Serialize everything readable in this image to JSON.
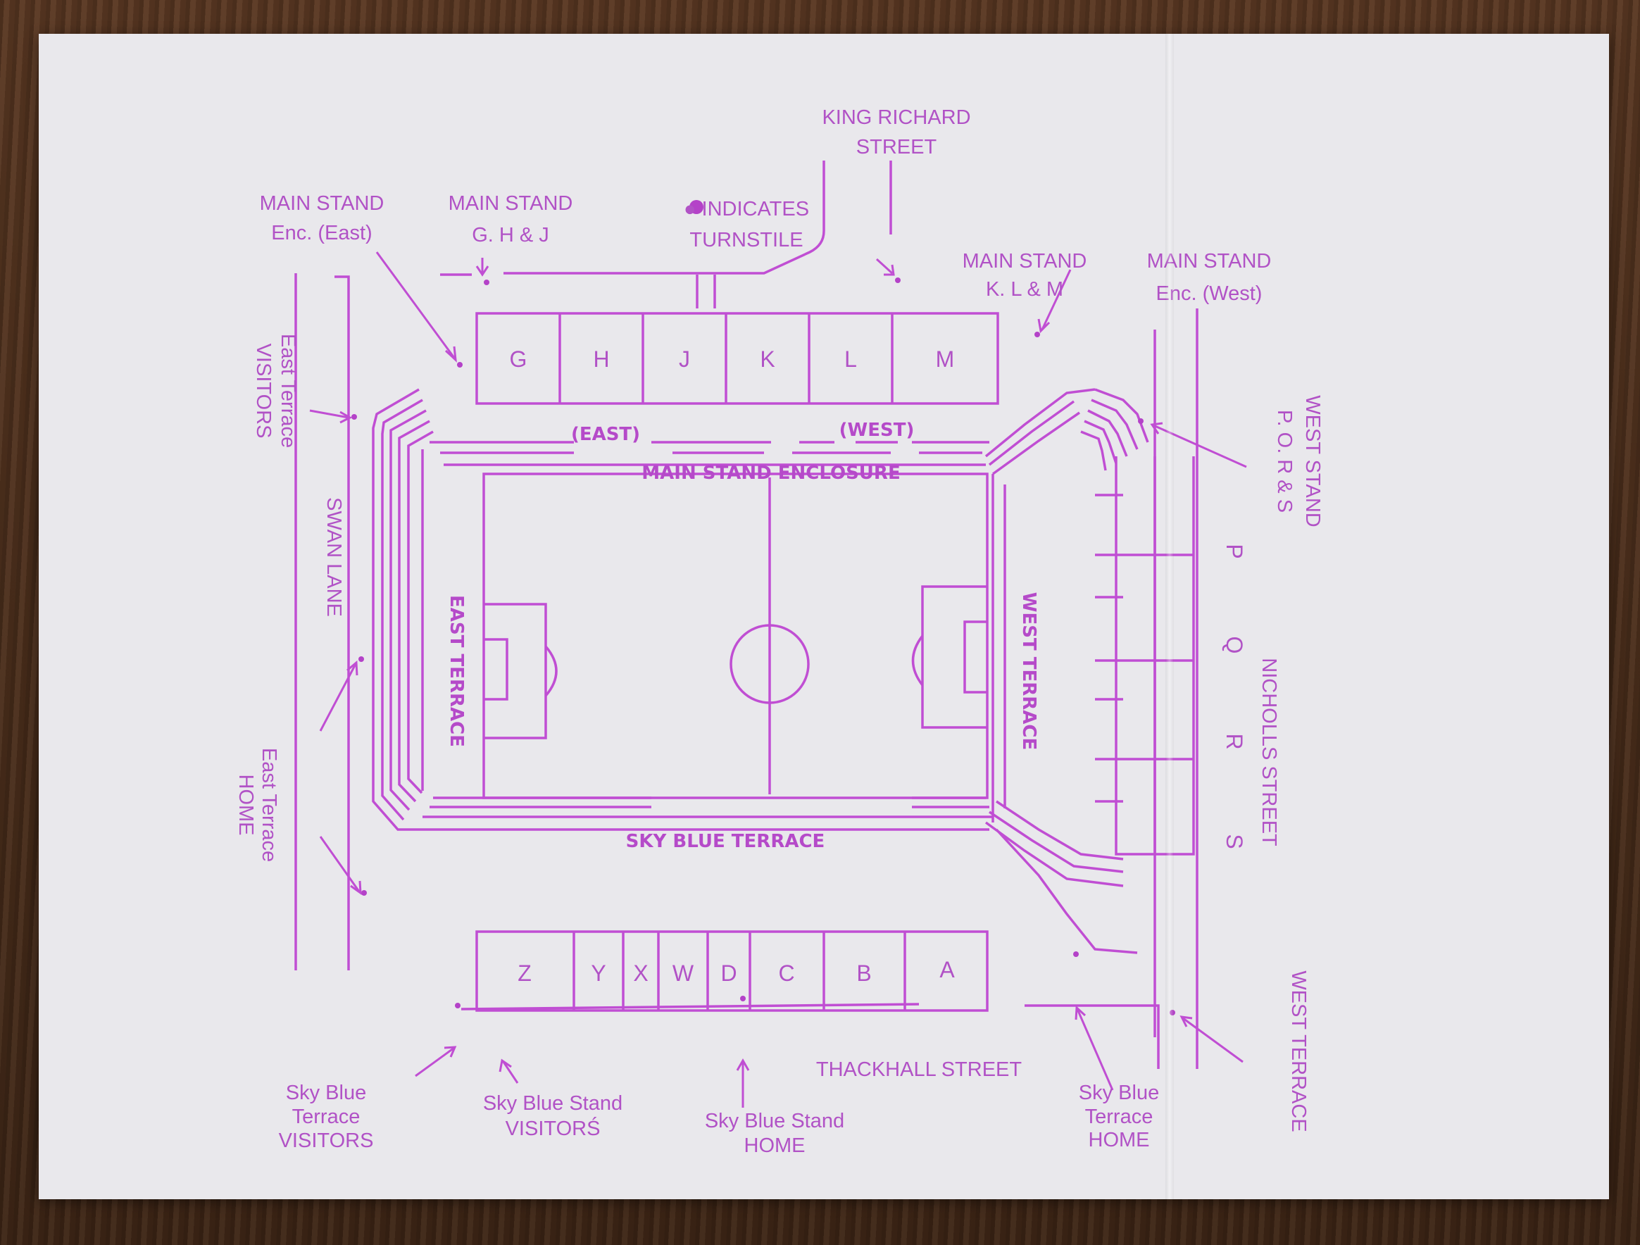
{
  "labels": {
    "king_richard_street": [
      "KING RICHARD",
      "STREET"
    ],
    "indicates_turnstile": [
      "● INDICATES",
      "TURNSTILE"
    ],
    "main_stand_enc_east": [
      "MAIN STAND",
      "Enc. (East)"
    ],
    "main_stand_ghj": [
      "MAIN STAND",
      "G. H & J"
    ],
    "main_stand_klm": [
      "MAIN STAND",
      "K. L & M"
    ],
    "main_stand_enc_west": [
      "MAIN STAND",
      "Enc. (West)"
    ],
    "west_stand_poqrs": [
      "WEST STAND",
      "P. O. R & S"
    ],
    "east_terrace_visitors": [
      "East Terrace",
      "VISITORS"
    ],
    "swan_lane": "SWAN LANE",
    "east_terrace_home": [
      "East Terrace",
      "HOME"
    ],
    "nicholls_street": "NICHOLLS STREET",
    "west_terrace": "WEST TERRACE",
    "sky_blue_terrace_visitors": [
      "Sky Blue",
      "Terrace",
      "VISITORS"
    ],
    "sky_blue_stand_visitors": [
      "Sky Blue Stand",
      "VISITORŚ"
    ],
    "sky_blue_stand_home": [
      "Sky Blue Stand",
      "HOME"
    ],
    "sky_blue_terrace_home": [
      "Sky Blue",
      "Terrace",
      "HOME"
    ],
    "thackhall_street": "THACKHALL STREET"
  },
  "stadium": {
    "main_enclosure": "MAIN STAND ENCLOSURE",
    "enclosure_east": "(EAST)",
    "enclosure_west": "(WEST)",
    "east_terrace": "EAST TERRACE",
    "west_terrace": "WEST TERRACE",
    "sky_blue_terrace": "SKY BLUE TERRACE"
  },
  "blocks": {
    "main_stand": [
      "G",
      "H",
      "J",
      "K",
      "L",
      "M"
    ],
    "west_stand": [
      "P",
      "Q",
      "R",
      "S"
    ],
    "sky_blue_stand": [
      "Z",
      "Y",
      "X",
      "W",
      "D",
      "C",
      "B",
      "A"
    ]
  },
  "colors": {
    "ink": "#c04ed3",
    "paper": "#e9e8ec"
  }
}
